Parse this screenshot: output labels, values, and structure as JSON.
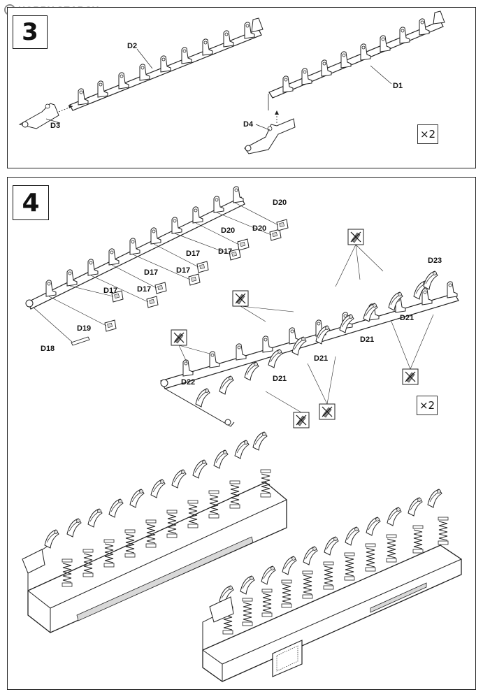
{
  "watermark": {
    "brand": "HOBBY SEARCH",
    "logo_icon": "hobbysearch-logo-icon"
  },
  "step3": {
    "number": "3",
    "quantity": "×2",
    "parts": {
      "d1": "D1",
      "d2": "D2",
      "d3": "D3",
      "d4": "D4"
    }
  },
  "step4": {
    "number": "4",
    "quantity": "×2",
    "parts": {
      "d17": "D17",
      "d18": "D18",
      "d19": "D19",
      "d20": "D20",
      "d21": "D21",
      "d22": "D22",
      "d23": "D23"
    },
    "icons": [
      "glue-icon"
    ]
  },
  "colors": {
    "line": "#222222",
    "part_fill": "#ffffff",
    "shade": "#d9d9d9",
    "watermark": "#8a8a8a"
  }
}
